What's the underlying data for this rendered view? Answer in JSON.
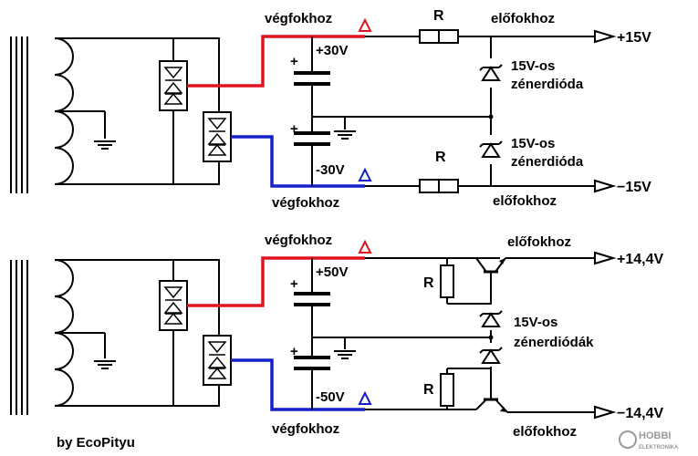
{
  "colors": {
    "positive_wire": "#e0141e",
    "negative_wire": "#1520c8",
    "wire": "#000000",
    "background": "#ffffff"
  },
  "top_circuit": {
    "label_to_final_top": "végfokhoz",
    "label_to_final_bottom": "végfokhoz",
    "cap_pos_voltage": "+30V",
    "cap_neg_voltage": "-30V",
    "resistor_top_label": "R",
    "resistor_bottom_label": "R",
    "label_to_preamp_top": "előfokhoz",
    "label_to_preamp_bottom": "előfokhoz",
    "out_pos": "+15V",
    "out_neg": "−15V",
    "zener_top_line1": "15V-os",
    "zener_top_line2": "zénerdióda",
    "zener_bottom_line1": "15V-os",
    "zener_bottom_line2": "zénerdióda",
    "cap_plus_sign_1": "+",
    "cap_plus_sign_2": "+"
  },
  "bottom_circuit": {
    "label_to_final_top": "végfokhoz",
    "label_to_final_bottom": "végfokhoz",
    "cap_pos_voltage": "+50V",
    "cap_neg_voltage": "-50V",
    "resistor_top_label": "R",
    "resistor_bottom_label": "R",
    "label_to_preamp_top": "előfokhoz",
    "label_to_preamp_bottom": "előfokhoz",
    "out_pos": "+14,4V",
    "out_neg": "−14,4V",
    "zener_line1": "15V-os",
    "zener_line2": "zénerdiódák",
    "cap_plus_sign_1": "+",
    "cap_plus_sign_2": "+"
  },
  "credit": "by EcoPityu",
  "watermark_line1": "HOBBI",
  "watermark_line2": "ELEKTRONIKA"
}
